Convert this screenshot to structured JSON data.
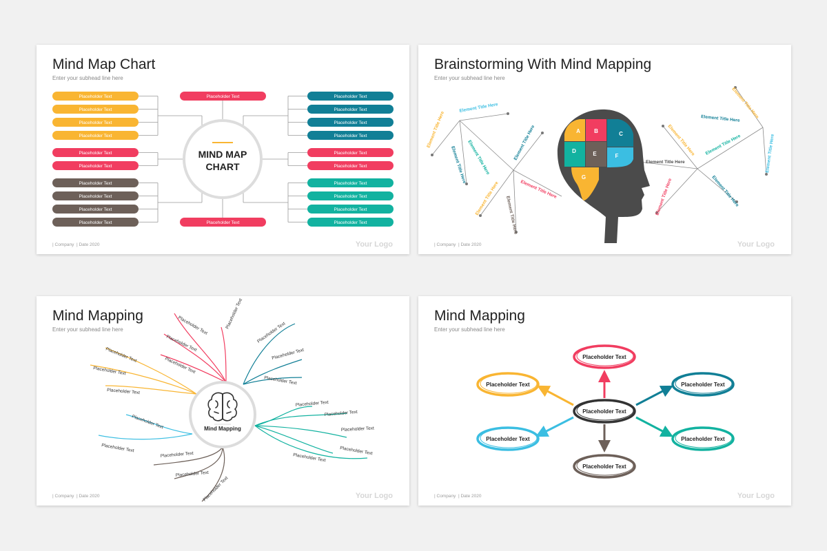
{
  "colors": {
    "yellow": "#f9b532",
    "red": "#f13d60",
    "teal_dark": "#117f96",
    "brown": "#6d6059",
    "teal": "#12b2a0",
    "cyan": "#3bbee2",
    "head": "#4b4b4b",
    "line": "#999999"
  },
  "footer": {
    "company": "| Company",
    "date": "| Date 2020",
    "logo": "Your Logo"
  },
  "slide1": {
    "title": "Mind Map Chart",
    "subtitle": "Enter your subhead line here",
    "center_lines": [
      "MIND MAP",
      "CHART"
    ],
    "left_pills": [
      {
        "label": "Placeholder Text",
        "color": "yellow"
      },
      {
        "label": "Placeholder Text",
        "color": "yellow"
      },
      {
        "label": "Placeholder Text",
        "color": "yellow"
      },
      {
        "label": "Placeholder Text",
        "color": "yellow"
      },
      {
        "label": "Placeholder Text",
        "color": "red"
      },
      {
        "label": "Placeholder Text",
        "color": "red"
      },
      {
        "label": "Placeholder Text",
        "color": "brown"
      },
      {
        "label": "Placeholder Text",
        "color": "brown"
      },
      {
        "label": "Placeholder Text",
        "color": "brown"
      },
      {
        "label": "Placeholder Text",
        "color": "brown"
      }
    ],
    "right_pills": [
      {
        "label": "Placeholder Text",
        "color": "teal_dark"
      },
      {
        "label": "Placeholder Text",
        "color": "teal_dark"
      },
      {
        "label": "Placeholder Text",
        "color": "teal_dark"
      },
      {
        "label": "Placeholder Text",
        "color": "teal_dark"
      },
      {
        "label": "Placeholder Text",
        "color": "red"
      },
      {
        "label": "Placeholder Text",
        "color": "red"
      },
      {
        "label": "Placeholder Text",
        "color": "teal"
      },
      {
        "label": "Placeholder Text",
        "color": "teal"
      },
      {
        "label": "Placeholder Text",
        "color": "teal"
      },
      {
        "label": "Placeholder Text",
        "color": "teal"
      }
    ],
    "top_pill": "Placeholder Text",
    "bottom_pill": "Placeholder Text"
  },
  "slide2": {
    "title": "Brainstorming With Mind Mapping",
    "subtitle": "Enter your subhead line here",
    "element_label": "Element Title Here",
    "brain_segments": [
      "A",
      "B",
      "C",
      "D",
      "E",
      "F",
      "G"
    ]
  },
  "slide3": {
    "title": "Mind Mapping",
    "subtitle": "Enter your subhead line here",
    "center_label": "Mind Mapping",
    "branch_label": "Placeholder Text"
  },
  "slide4": {
    "title": "Mind Mapping",
    "subtitle": "Enter your subhead line here",
    "center_label": "Placeholder Text",
    "nodes": [
      {
        "label": "Placeholder Text",
        "color": "red"
      },
      {
        "label": "Placeholder Text",
        "color": "yellow"
      },
      {
        "label": "Placeholder Text",
        "color": "teal_dark"
      },
      {
        "label": "Placeholder Text",
        "color": "cyan"
      },
      {
        "label": "Placeholder Text",
        "color": "teal"
      },
      {
        "label": "Placeholder Text",
        "color": "brown"
      }
    ]
  }
}
